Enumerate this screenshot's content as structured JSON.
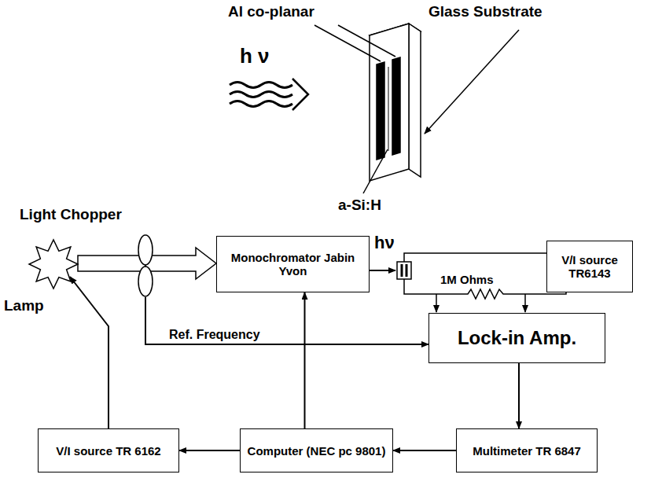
{
  "diagram": {
    "nodes": [
      {
        "text": [
          "Lamp"
        ]
      },
      {
        "text": [
          "Light Chopper"
        ]
      },
      {
        "text": [
          "Monochromator Jabin Yvon"
        ]
      },
      {
        "text": [
          "V/I source TR6143"
        ]
      },
      {
        "text": [
          "Lock-in Amp."
        ]
      },
      {
        "text": [
          "V/I source TR 6162"
        ]
      },
      {
        "text": [
          "Computer (NEC pc 9801)"
        ]
      },
      {
        "text": [
          "Multimeter TR 6847"
        ]
      }
    ],
    "edges": [
      {
        "from": 0,
        "to": 1,
        "arrow": "none"
      },
      {
        "from": 1,
        "to": 2,
        "arrow": "to"
      },
      {
        "from": 1,
        "to": 4,
        "label": "Ref. Frequency",
        "arrow": "to"
      },
      {
        "from": 4,
        "to": 7,
        "arrow": "to"
      },
      {
        "from": 7,
        "to": 6,
        "arrow": "to"
      },
      {
        "from": 6,
        "to": 5,
        "arrow": "to"
      },
      {
        "from": 6,
        "to": 2,
        "arrow": "to"
      },
      {
        "from": 5,
        "to": 0,
        "arrow": "to"
      }
    ],
    "labels": [
      "Al co-planar",
      "Glass Substrate",
      "h ν",
      "a-Si:H",
      "hν",
      "1M Ohms"
    ]
  }
}
